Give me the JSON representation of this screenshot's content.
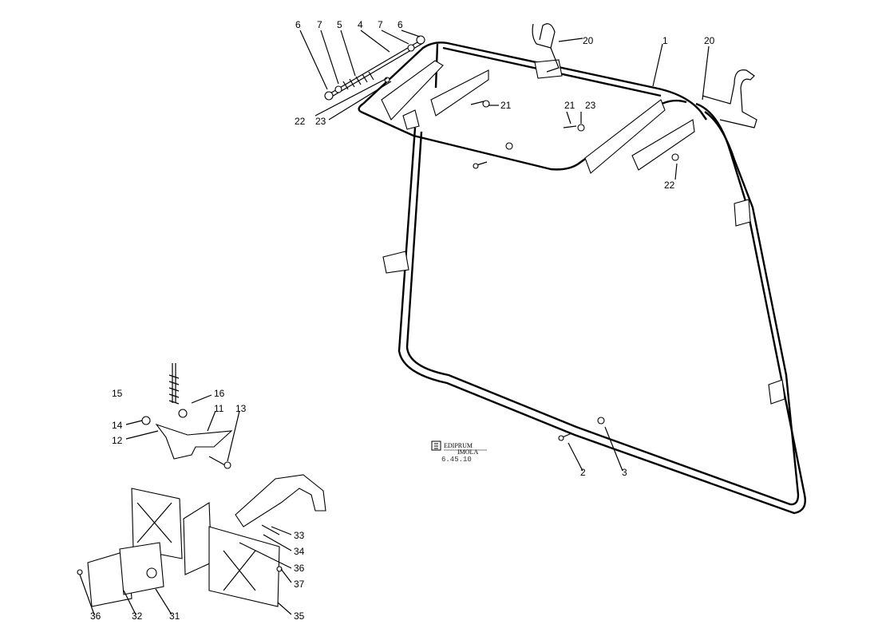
{
  "logo": {
    "brand": "EDIPRUM",
    "sub": "IMOLA",
    "ref": "6.45.10"
  },
  "labels": {
    "l1": "1",
    "l2": "2",
    "l3": "3",
    "l4": "4",
    "l5": "5",
    "l6a": "6",
    "l6b": "6",
    "l7a": "7",
    "l7b": "7",
    "l11": "11",
    "l12": "12",
    "l13": "13",
    "l14": "14",
    "l15": "15",
    "l16": "16",
    "l20a": "20",
    "l20b": "20",
    "l21a": "21",
    "l21b": "21",
    "l22a": "22",
    "l22b": "22",
    "l23a": "23",
    "l23b": "23",
    "l31": "31",
    "l32": "32",
    "l33": "33",
    "l34": "34",
    "l35": "35",
    "l36a": "36",
    "l36b": "36",
    "l37": "37"
  }
}
